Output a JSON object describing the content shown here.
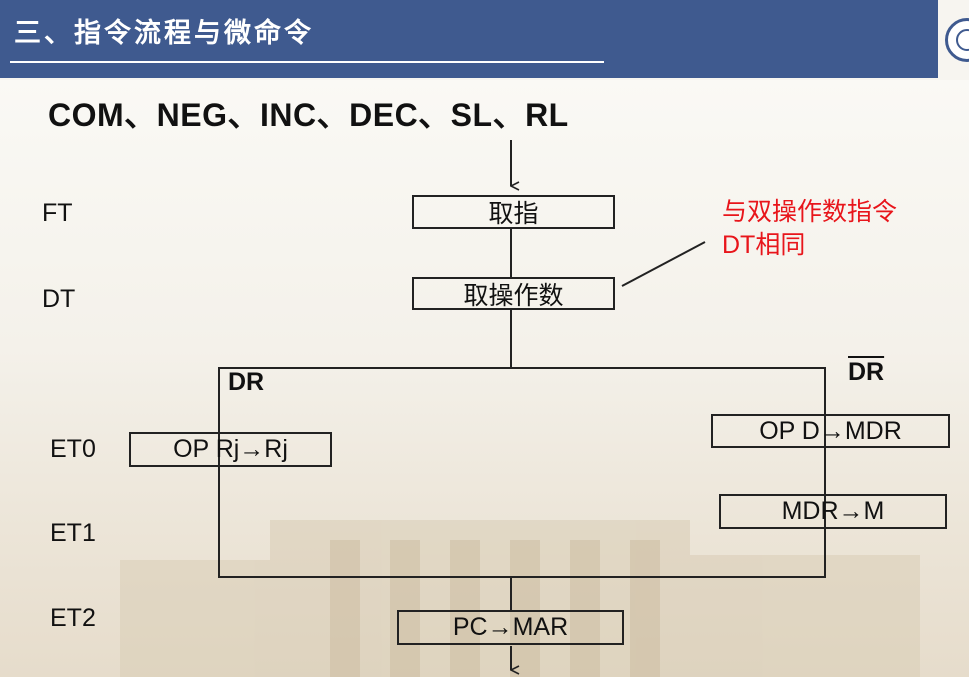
{
  "header": {
    "title": "三、指令流程与微命令"
  },
  "instruction_set": "COM、NEG、INC、DEC、SL、RL",
  "cycles": {
    "ft": "FT",
    "dt": "DT",
    "et0": "ET0",
    "et1": "ET1",
    "et2": "ET2"
  },
  "steps": {
    "fetch": "取指",
    "fetch_operand": "取操作数",
    "op_rj": "OP Rj→Rj",
    "op_d": "OP D→MDR",
    "mdr_m": "MDR→M",
    "pc_mar": "PC→MAR"
  },
  "branches": {
    "dr": "DR",
    "dr_bar": "DR"
  },
  "note": {
    "line1": "与双操作数指令",
    "line2": "DT相同"
  },
  "colors": {
    "header": "#3f5a8f",
    "note": "#e8151b"
  }
}
